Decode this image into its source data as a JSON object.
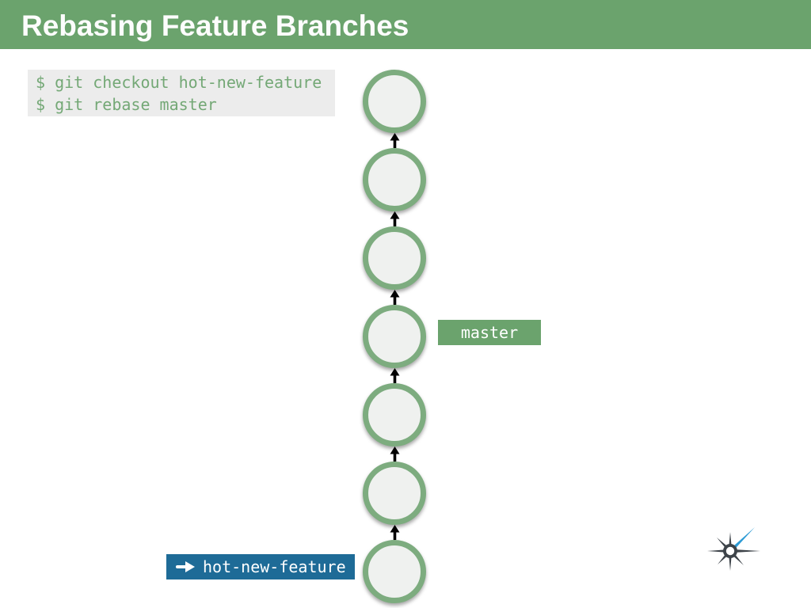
{
  "slide": {
    "title": "Rebasing Feature Branches"
  },
  "terminal": {
    "lines": [
      "$ git checkout hot-new-feature",
      "$ git rebase master"
    ]
  },
  "diagram": {
    "commit_count": 7,
    "arrow_direction": "up",
    "master_ref": {
      "label": "master",
      "attached_commit_index": 3,
      "side": "right"
    },
    "feature_ref": {
      "label": "hot-new-feature",
      "attached_commit_index": 6,
      "side": "left"
    }
  },
  "logo": {
    "name": "spark-logo"
  },
  "colors": {
    "header_bg": "#6ba36d",
    "title_text": "#ffffff",
    "code_bg": "#ececec",
    "code_text": "#74a876",
    "node_border": "#7dac7f",
    "node_fill": "#eff1ef",
    "master_bg": "#6ba36d",
    "feature_bg": "#1e6b97",
    "arrow": "#000000",
    "logo_dark": "#3d4349",
    "logo_blue": "#2d9bd5"
  }
}
